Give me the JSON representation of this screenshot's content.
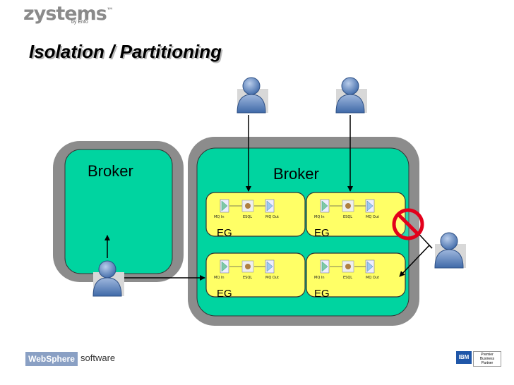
{
  "header": {
    "logo_text": "zystems",
    "logo_tm": "™",
    "logo_subtext": "by Enfo",
    "slide_title": "Isolation / Partitioning"
  },
  "diagram": {
    "left_broker_label": "Broker",
    "right_broker_label": "Broker",
    "eg_labels": [
      "EG",
      "EG",
      "EG",
      "EG"
    ],
    "node_labels": [
      "MQ In",
      "ESQL",
      "MQ Out"
    ]
  },
  "footer": {
    "websphere_label": "WebSphere",
    "software_label": "software",
    "ibm_label": "IBM",
    "partner_lines": [
      "Premier",
      "Business",
      "Partner"
    ]
  },
  "colors": {
    "broker_fill": "#00d4a0",
    "broker_frame": "#8c8c8c",
    "eg_fill": "#ffff66",
    "person": "#6e93c8",
    "prohibit": "#e3001b"
  }
}
